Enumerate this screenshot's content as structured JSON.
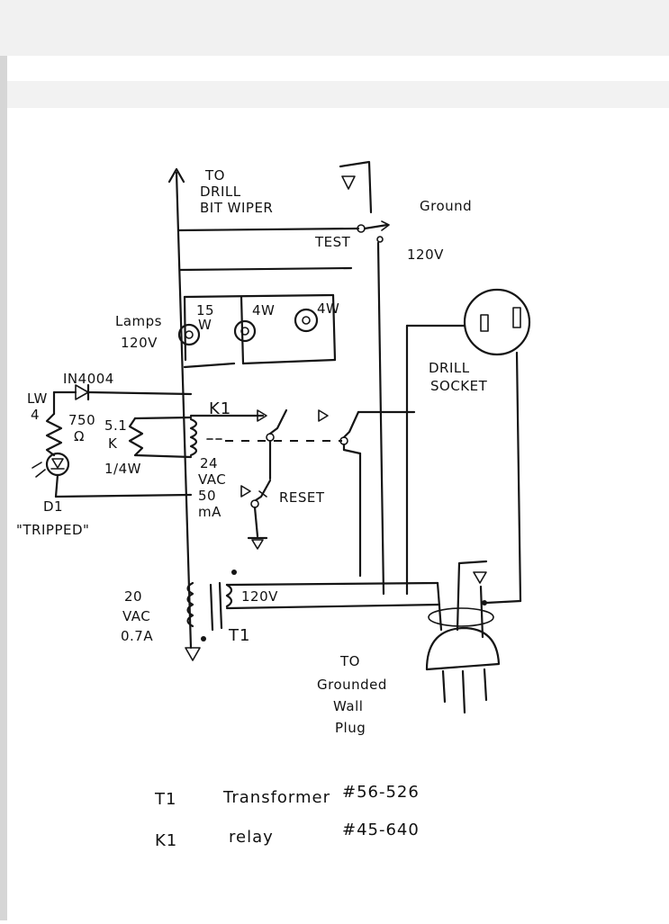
{
  "labels": {
    "to_drill_bit_wiper_1": "TO",
    "to_drill_bit_wiper_2": "DRILL",
    "to_drill_bit_wiper_3": "BIT WIPER",
    "ground": "Ground",
    "test": "TEST",
    "v120_top": "120V",
    "lamps_1": "Lamps",
    "lamps_2": "120V",
    "lamp_15w_1": "15",
    "lamp_15w_2": "W",
    "lamp_4w_a": "4W",
    "lamp_4w_b": "4W",
    "drill_socket_1": "DRILL",
    "drill_socket_2": "SOCKET",
    "diode": "IN4004",
    "lw_1": "LW",
    "lw_2": "4",
    "res_750_1": "750",
    "res_750_2": "Ω",
    "res_51k_1": "5.1",
    "res_51k_2": "K",
    "res_51k_3": "1/4W",
    "k1": "K1",
    "relay_24vac": "24",
    "relay_vac": "VAC",
    "relay_50": "50",
    "relay_ma": "mA",
    "reset": "RESET",
    "d1": "D1",
    "tripped": "\"TRIPPED\"",
    "sec_20": "20",
    "sec_vac": "VAC",
    "sec_07a": "0.7A",
    "pri_120v": "120V",
    "t1_label": "T1",
    "to_wall_1": "TO",
    "to_wall_2": "Grounded",
    "to_wall_3": "Wall",
    "to_wall_4": "Plug"
  },
  "parts_list": [
    {
      "ref": "T1",
      "name": "Transformer",
      "number": "#56-526"
    },
    {
      "ref": "K1",
      "name": "relay",
      "number": "#45-640"
    }
  ],
  "colors": {
    "ink": "#151515",
    "paper": "#ffffff"
  }
}
